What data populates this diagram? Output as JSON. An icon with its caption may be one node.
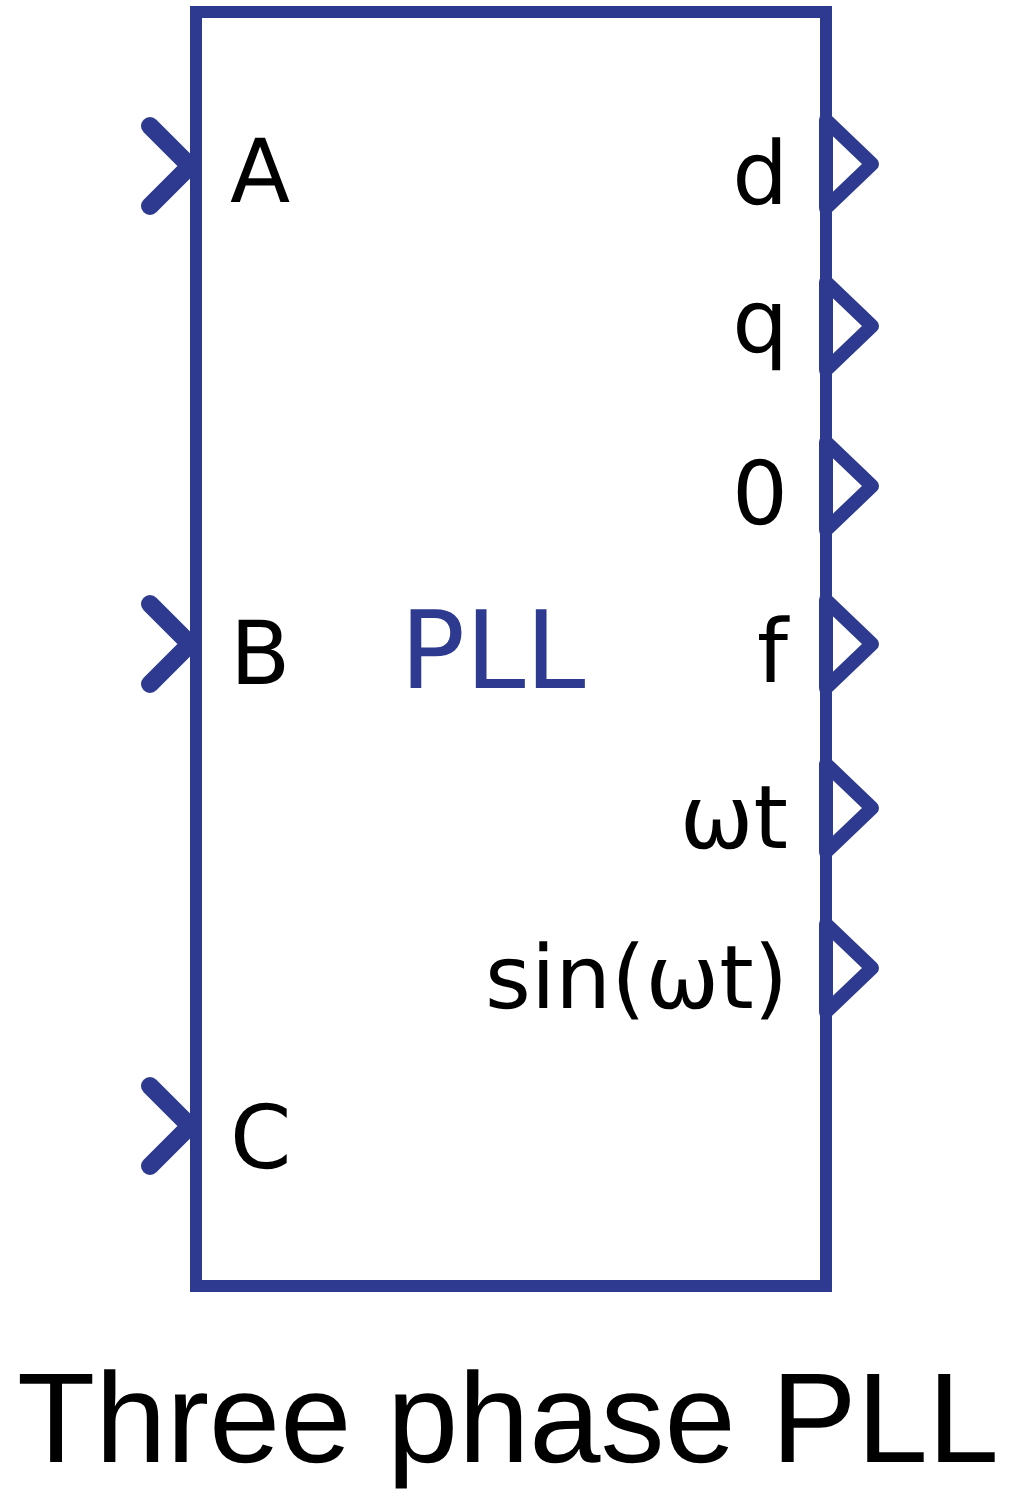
{
  "diagram": {
    "nodes": [
      {
        "text": [
          "PLL"
        ],
        "beside": [
          "Three phase PLL"
        ]
      }
    ],
    "labels": [
      "A",
      "d",
      "q",
      "0",
      "B",
      "f",
      "ωt",
      "sin(ωt)",
      "C"
    ]
  }
}
